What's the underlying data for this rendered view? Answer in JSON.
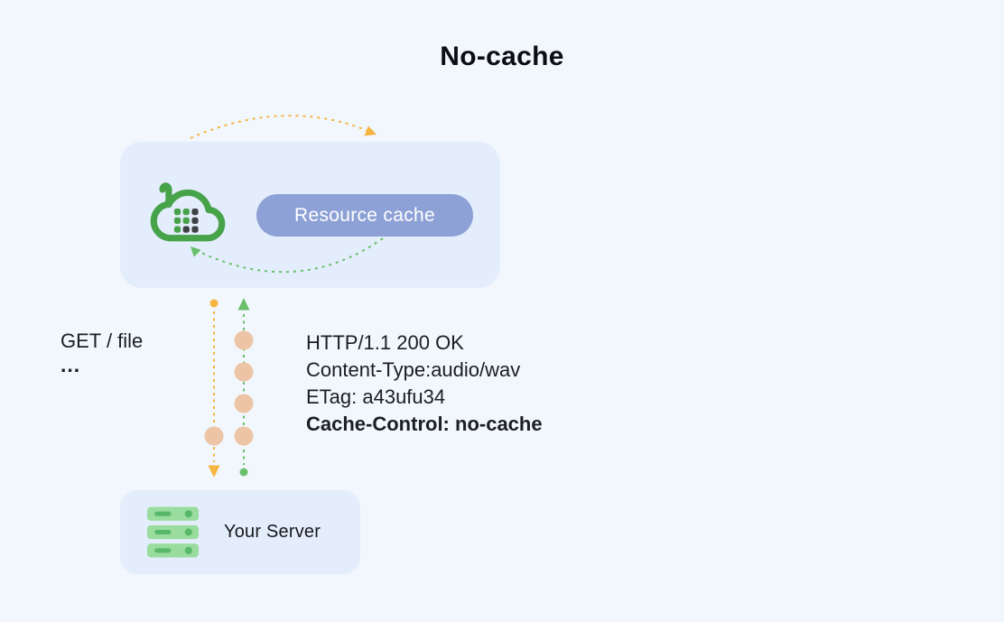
{
  "title": "No-cache",
  "cache_node": {
    "label": "Resource cache"
  },
  "server_node": {
    "label": "Your Server"
  },
  "request": {
    "line1": "GET / file",
    "line2": "..."
  },
  "response": {
    "line1": "HTTP/1.1 200 OK",
    "line2": "Content-Type:audio/wav",
    "line3": "ETag: a43ufu34",
    "line4": "Cache-Control: no-cache"
  },
  "colors": {
    "background": "#f1f7fc",
    "panel": "#e4edfb",
    "pill": "#8ea1d6",
    "pill_text": "#ffffff",
    "cloud_green": "#46a34a",
    "cloud_dark_dot": "#3e4247",
    "flow_green": "#69bf6b",
    "flow_orange": "#f6b441",
    "packet_beige": "#edc4a5",
    "server_bar_green": "#99dc9d",
    "server_detail_green": "#58b86a",
    "text": "#191c21"
  }
}
